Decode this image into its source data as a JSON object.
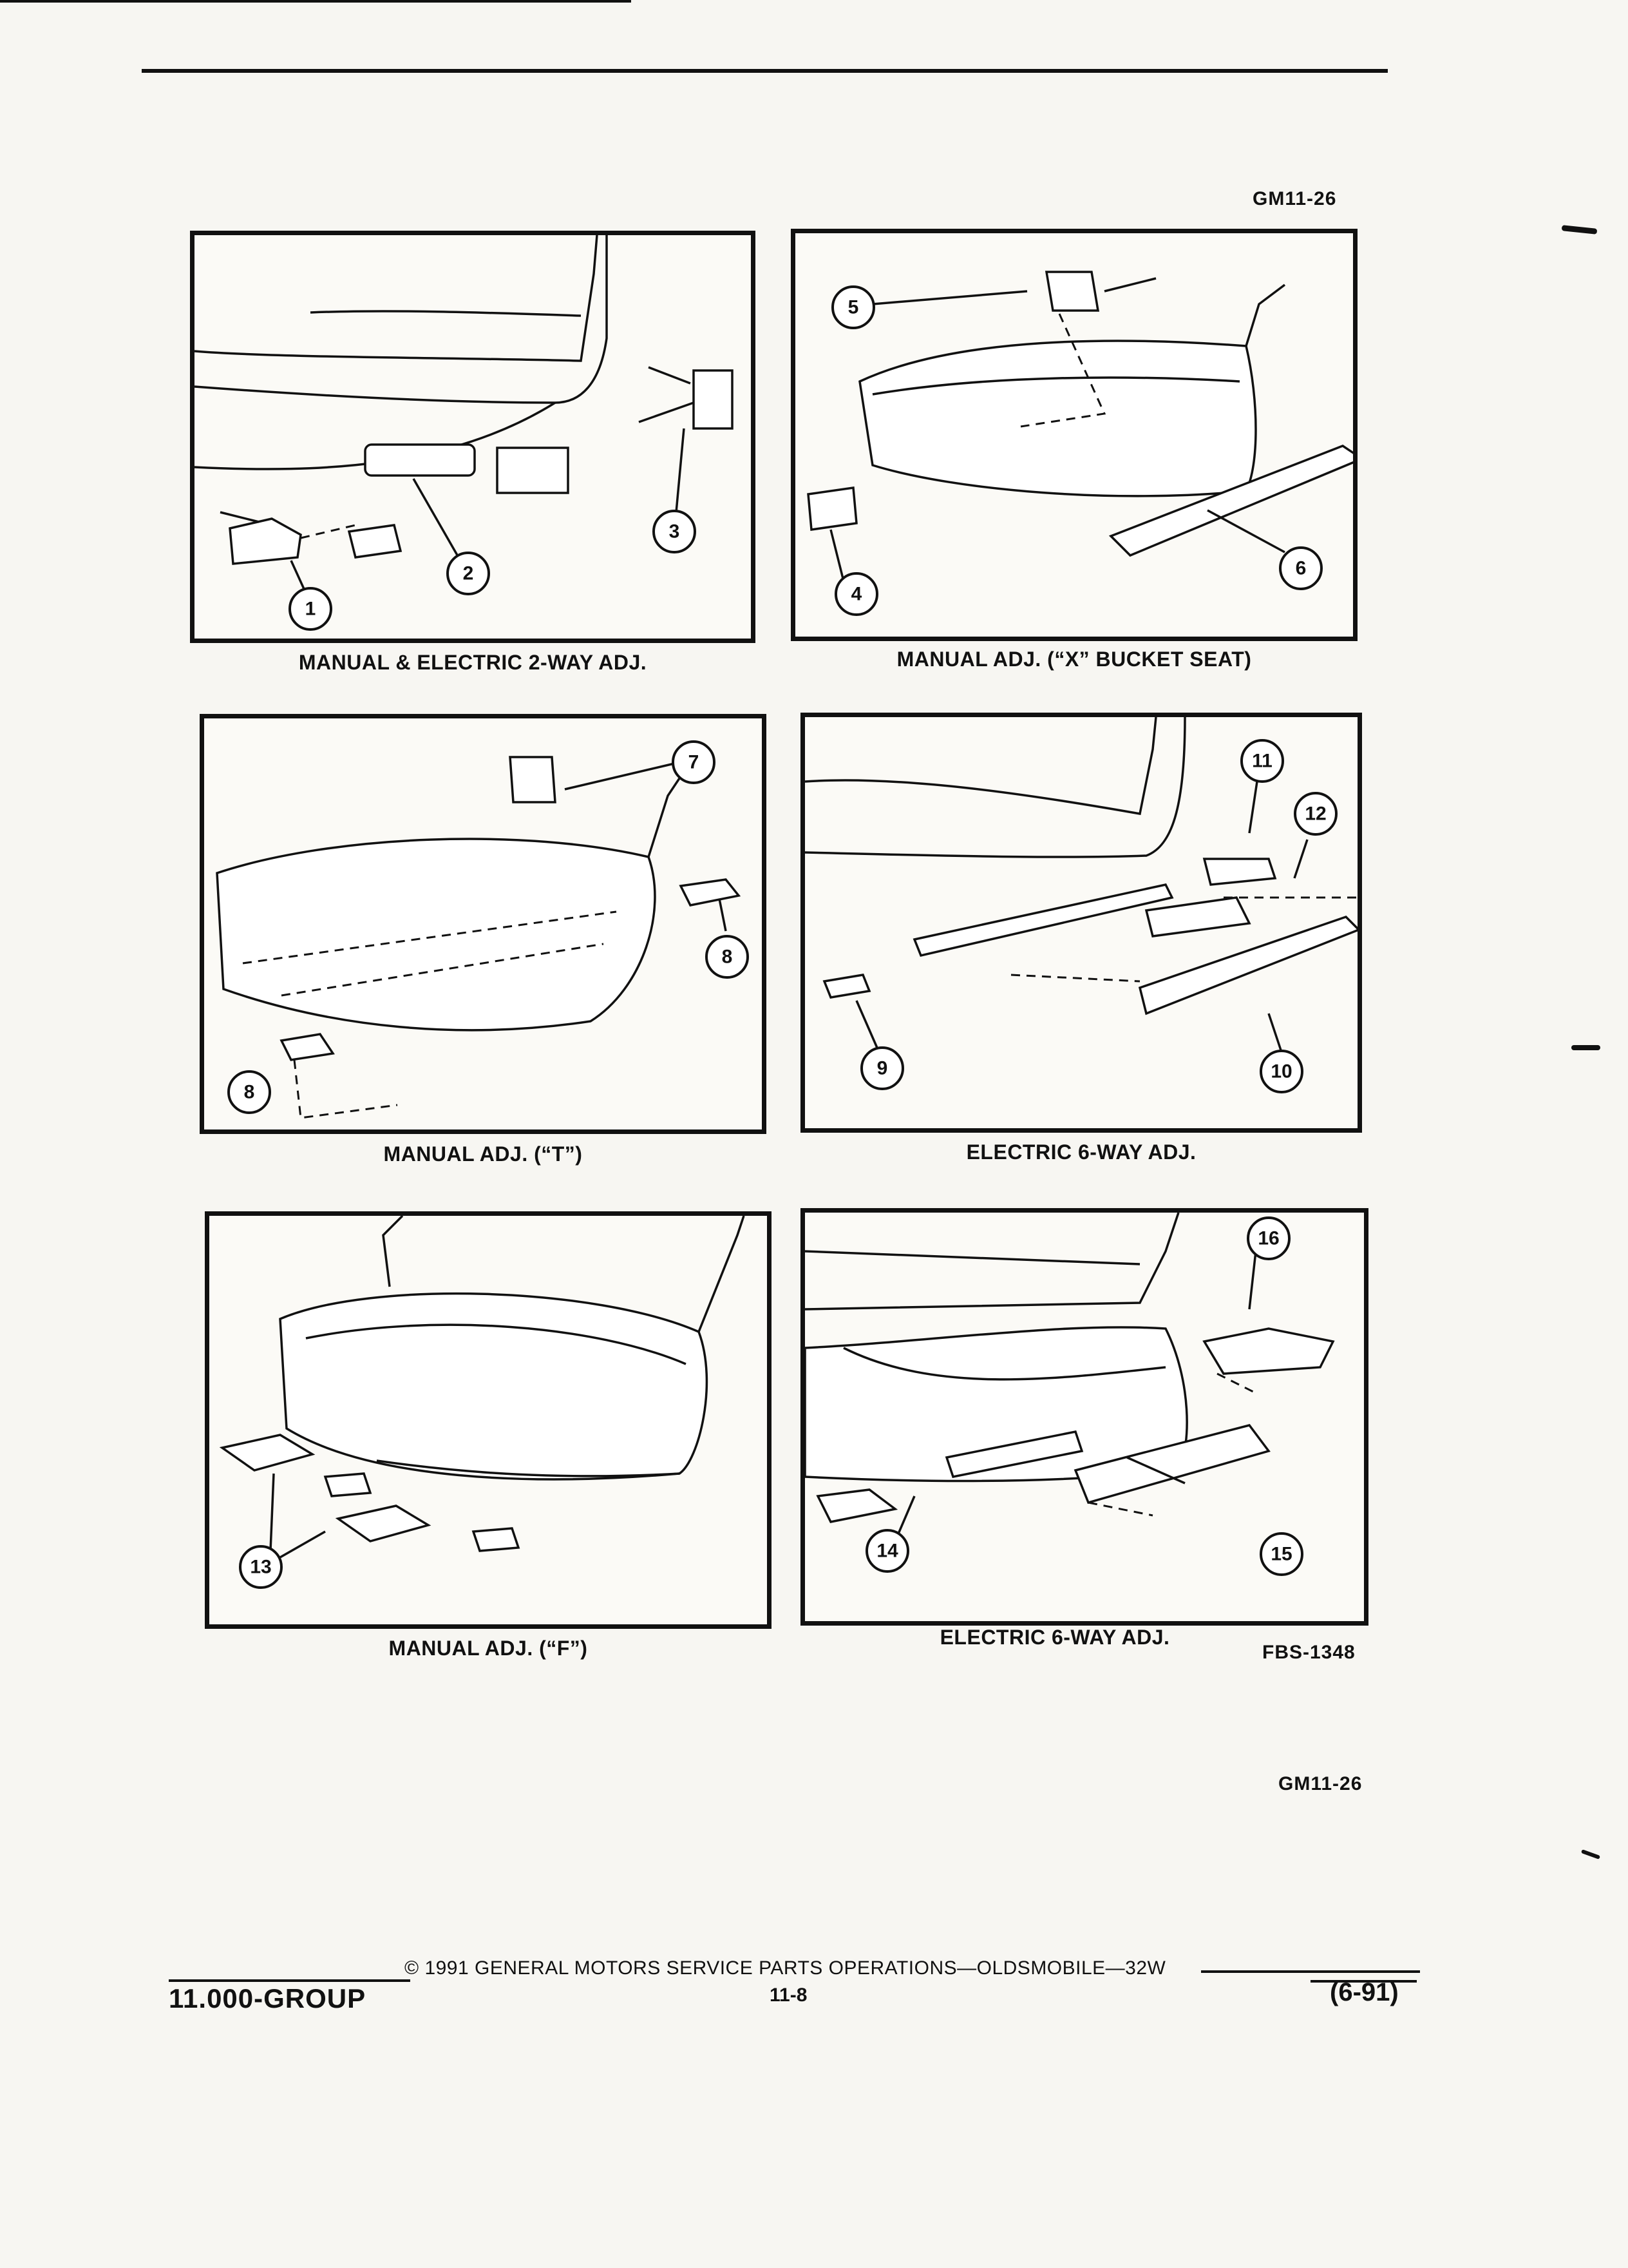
{
  "header": {
    "code_top": "GM11-26"
  },
  "panels": [
    {
      "caption": "MANUAL & ELECTRIC 2-WAY ADJ.",
      "callouts": [
        "1",
        "2",
        "3"
      ]
    },
    {
      "caption": "MANUAL ADJ. (“X” BUCKET SEAT)",
      "callouts": [
        "5",
        "4",
        "6"
      ]
    },
    {
      "caption": "MANUAL ADJ. (“T”)",
      "callouts": [
        "7",
        "8",
        "8"
      ]
    },
    {
      "caption": "ELECTRIC 6-WAY ADJ.",
      "callouts": [
        "11",
        "12",
        "9",
        "10"
      ]
    },
    {
      "caption": "MANUAL ADJ. (“F”)",
      "callouts": [
        "13"
      ]
    },
    {
      "caption": "ELECTRIC 6-WAY ADJ.",
      "callouts": [
        "16",
        "14",
        "15"
      ]
    }
  ],
  "figure_code": "FBS-1348",
  "code_bottom": "GM11-26",
  "footer": {
    "copyright": "©  1991  GENERAL MOTORS SERVICE PARTS OPERATIONS—OLDSMOBILE—32W",
    "group": "11.000-GROUP",
    "page": "11-8",
    "date": "(6-91)"
  }
}
